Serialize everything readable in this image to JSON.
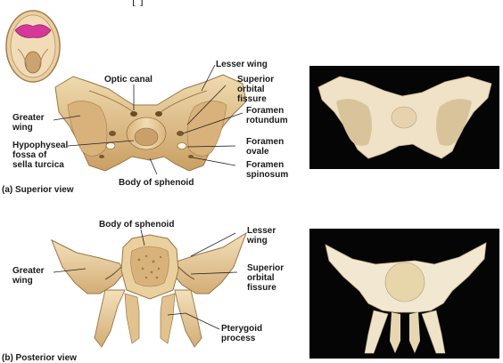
{
  "header_fragment": "[ ]",
  "superior": {
    "title": "(a) Superior view",
    "labels": {
      "optic_canal": "Optic canal",
      "lesser_wing": "Lesser wing",
      "superior_orbital_fissure": "Superior\norbital\nfissure",
      "greater_wing": "Greater\nwing",
      "foramen_rotundum": "Foramen\nrotundum",
      "hypophyseal_fossa": "Hypophyseal\nfossa of\nsella turcica",
      "foramen_ovale": "Foramen\novale",
      "foramen_spinosum": "Foramen\nspinosum",
      "body_of_sphenoid": "Body of sphenoid"
    }
  },
  "posterior": {
    "title": "(b) Posterior view",
    "labels": {
      "body_of_sphenoid": "Body of sphenoid",
      "lesser_wing": "Lesser\nwing",
      "greater_wing": "Greater\nwing",
      "superior_orbital_fissure": "Superior\norbital\nfissure",
      "pterygoid_process": "Pterygoid\nprocess"
    }
  },
  "colors": {
    "bone": "#e9cf9f",
    "bone_shadow": "#c99f63",
    "bone_dark": "#9c7443",
    "highlight": "#d6389a",
    "photo_bg": "#050505",
    "photo_bone": "#f3ead8"
  }
}
